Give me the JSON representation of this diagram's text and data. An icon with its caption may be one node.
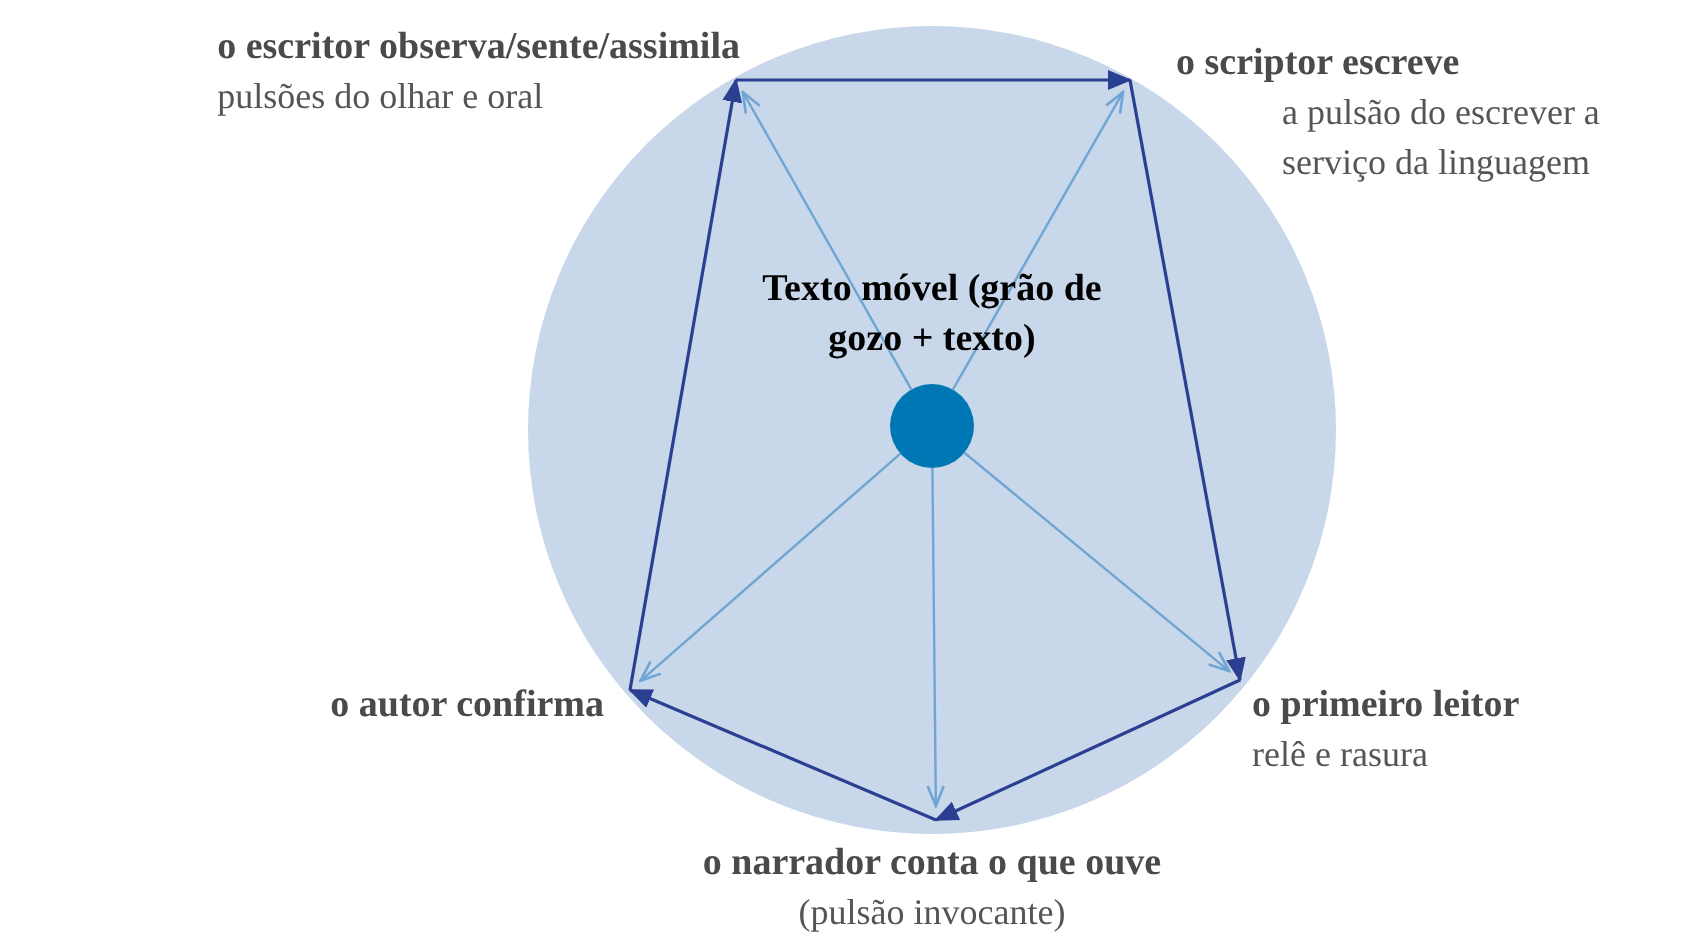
{
  "diagram": {
    "nodes": [
      {
        "text": [],
        "shape": "circle"
      },
      {
        "text": [
          "Texto móvel (grão de gozo + texto)"
        ],
        "in": 0
      },
      {
        "text": [
          "o escritor observa/sente/assimila",
          "pulsões do olhar e oral"
        ]
      },
      {
        "text": [
          "o scriptor escreve",
          "a pulsão do escrever a serviço da linguagem"
        ]
      },
      {
        "text": [
          "o primeiro leitor",
          "relê e rasura"
        ]
      },
      {
        "text": [
          "o narrador conta o que ouve",
          "(pulsão invocante)"
        ]
      },
      {
        "text": [
          "o autor confirma"
        ]
      }
    ],
    "edges": [
      {
        "from": 1,
        "to": 2,
        "arrow": "to",
        "color": "#6fa5d3"
      },
      {
        "from": 1,
        "to": 3,
        "arrow": "to",
        "color": "#6fa5d3"
      },
      {
        "from": 1,
        "to": 4,
        "arrow": "to",
        "color": "#6fa5d3"
      },
      {
        "from": 1,
        "to": 5,
        "arrow": "to",
        "color": "#6fa5d3"
      },
      {
        "from": 1,
        "to": 6,
        "arrow": "to",
        "color": "#6fa5d3"
      },
      {
        "from": 2,
        "to": 3,
        "arrow": "to",
        "color": "#2a3f91"
      },
      {
        "from": 3,
        "to": 4,
        "arrow": "to",
        "color": "#2a3f91"
      },
      {
        "from": 4,
        "to": 5,
        "arrow": "to",
        "color": "#2a3f91"
      },
      {
        "from": 5,
        "to": 6,
        "arrow": "to",
        "color": "#2a3f91"
      },
      {
        "from": 6,
        "to": 2,
        "arrow": "to",
        "color": "#2a3f91"
      }
    ]
  }
}
